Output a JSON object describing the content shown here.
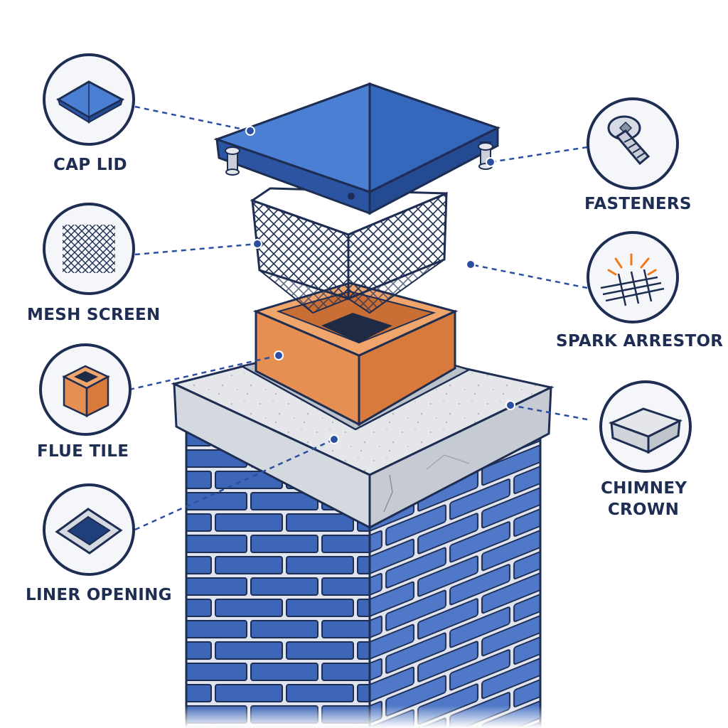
{
  "colors": {
    "navy": "#1e2d52",
    "cap_blue": "#3b6fc4",
    "brick_blue": "#3d66b8",
    "terracotta": "#e08a4f",
    "concrete": "#e4e6ea",
    "leader": "#2b4fa0",
    "spark": "#f07a1a"
  },
  "labels": {
    "cap_lid": "CAP LID",
    "mesh_screen": "MESH SCREEN",
    "flue_tile": "FLUE TILE",
    "liner_opening": "LINER OPENING",
    "fasteners": "FASTENERS",
    "spark_arrestor": "SPARK ARRESTOR",
    "chimney_crown_line1": "CHIMNEY",
    "chimney_crown_line2": "CROWN"
  },
  "icons": {
    "cap_lid": "cap-lid-icon",
    "mesh_screen": "mesh-icon",
    "flue_tile": "flue-tile-icon",
    "liner_opening": "liner-opening-icon",
    "fasteners": "bolt-icon",
    "spark_arrestor": "spark-arrestor-icon",
    "chimney_crown": "crown-slab-icon"
  }
}
